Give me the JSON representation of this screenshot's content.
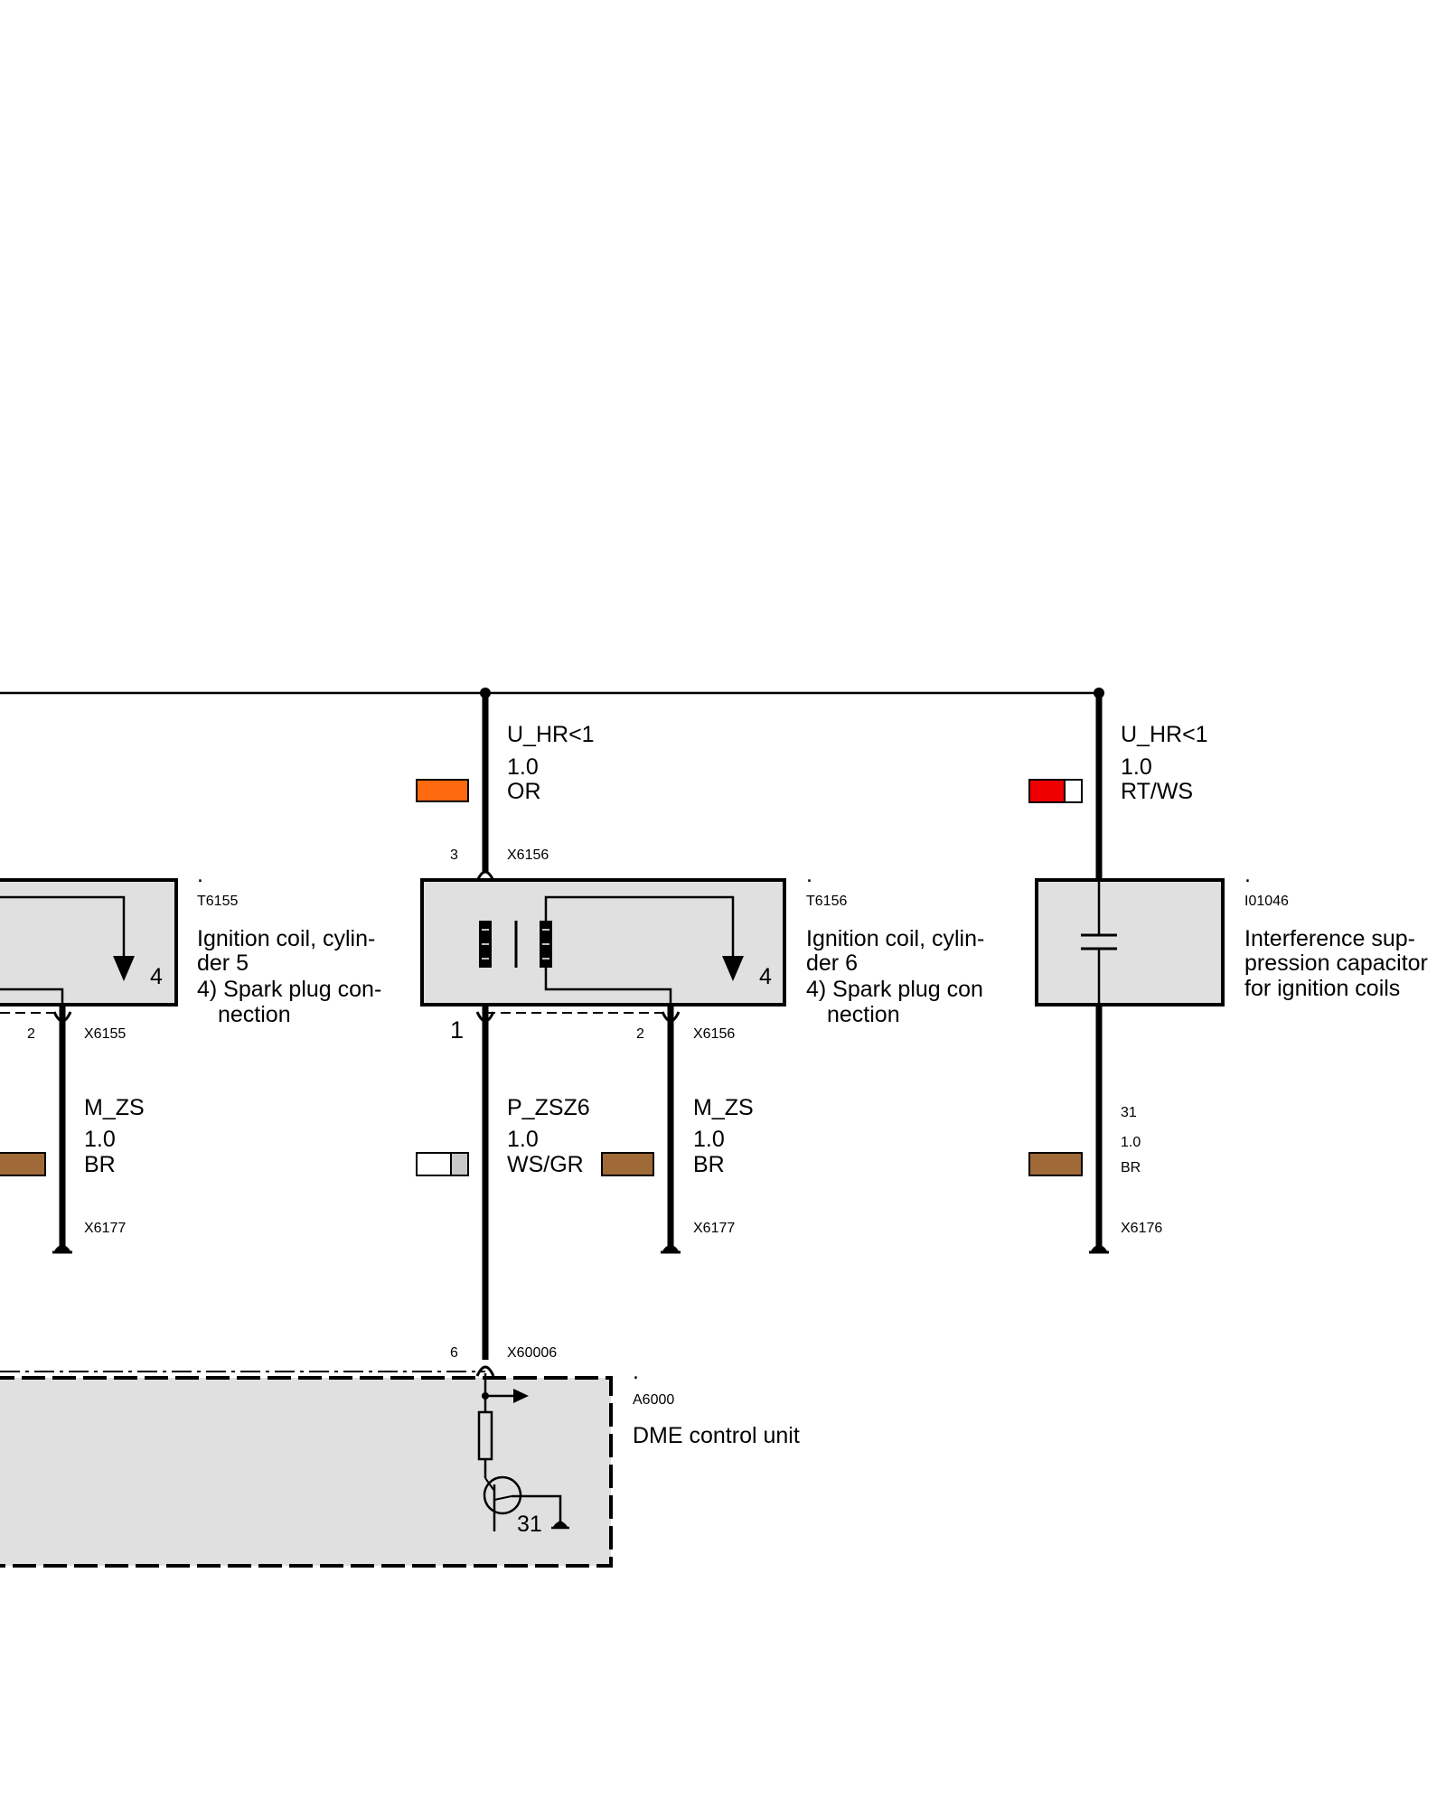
{
  "colors": {
    "OR": "#ff6a10",
    "RT": "#ee0000",
    "WS": "#ffffff",
    "GR": "#c8c8c8",
    "BR": "#a06a38",
    "component_fill": "#e0e0e0"
  },
  "coil5": {
    "dot": ".",
    "id": "T6155",
    "name_line1": "Ignition coil, cylin-",
    "name_line2": "der 5",
    "note_line1": "4) Spark plug con-",
    "note_line2": "nection",
    "pin_inner": "4",
    "pin_bottom": "2",
    "connector_bottom": "X6155"
  },
  "coil6": {
    "dot": ".",
    "id": "T6156",
    "name_line1": "Ignition coil, cylin-",
    "name_line2": "der 6",
    "note_line1": "4) Spark plug con",
    "note_line2": "nection",
    "pin_inner": "4",
    "pin_top": "3",
    "connector_top": "X6156",
    "pin_bottom_left": "1",
    "pin_bottom_right": "2",
    "connector_bottom": "X6156"
  },
  "capacitor": {
    "dot": ".",
    "id": "I01046",
    "name_line1": "Interference sup-",
    "name_line2": "pression capacitor",
    "name_line3": "for ignition coils"
  },
  "dme": {
    "dot": ".",
    "id": "A6000",
    "name": "DME control unit",
    "pin": "6",
    "connector": "X60006",
    "ground_label": "31"
  },
  "wires": {
    "coil6_supply": {
      "signal": "U_HR<1",
      "size": "1.0",
      "color": "OR"
    },
    "cap_supply": {
      "signal": "U_HR<1",
      "size": "1.0",
      "color": "RT/WS"
    },
    "coil5_ground": {
      "signal": "M_ZS",
      "size": "1.0",
      "color": "BR",
      "ground_connector": "X6177"
    },
    "coil6_signal": {
      "signal": "P_ZSZ6",
      "size": "1.0",
      "color": "WS/GR"
    },
    "coil6_ground": {
      "signal": "M_ZS",
      "size": "1.0",
      "color": "BR",
      "ground_connector": "X6177"
    },
    "cap_ground": {
      "signal": "31",
      "size": "1.0",
      "color": "BR",
      "ground_connector": "X6176"
    }
  }
}
